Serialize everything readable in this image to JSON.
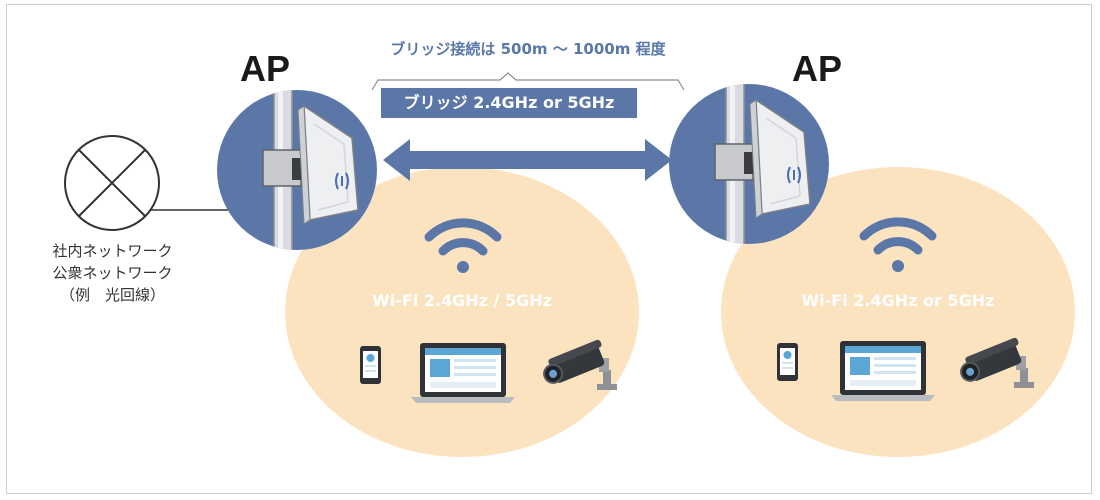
{
  "ap_left": {
    "label": "AP"
  },
  "ap_right": {
    "label": "AP"
  },
  "bridge": {
    "range_text": "ブリッジ接続は 500m 〜 1000m 程度",
    "badge_text": "ブリッジ 2.4GHz or 5GHz"
  },
  "zone_left": {
    "wifi_text": "Wi-Fi 2.4GHz / 5GHz"
  },
  "zone_right": {
    "wifi_text": "Wi-Fi 2.4GHz or 5GHz"
  },
  "network": {
    "line1": "社内ネットワーク",
    "line2": "公衆ネットワーク",
    "line3": "（例　光回線）"
  },
  "colors": {
    "ap_circle": "#5b77a8",
    "coverage": "#fce3bf",
    "accent": "#5b77a8"
  },
  "icons": {
    "network": "cross-circle-icon",
    "antenna": "antenna-device-icon",
    "wifi": "wifi-icon",
    "phone": "smartphone-icon",
    "laptop": "laptop-icon",
    "camera": "security-camera-icon"
  }
}
